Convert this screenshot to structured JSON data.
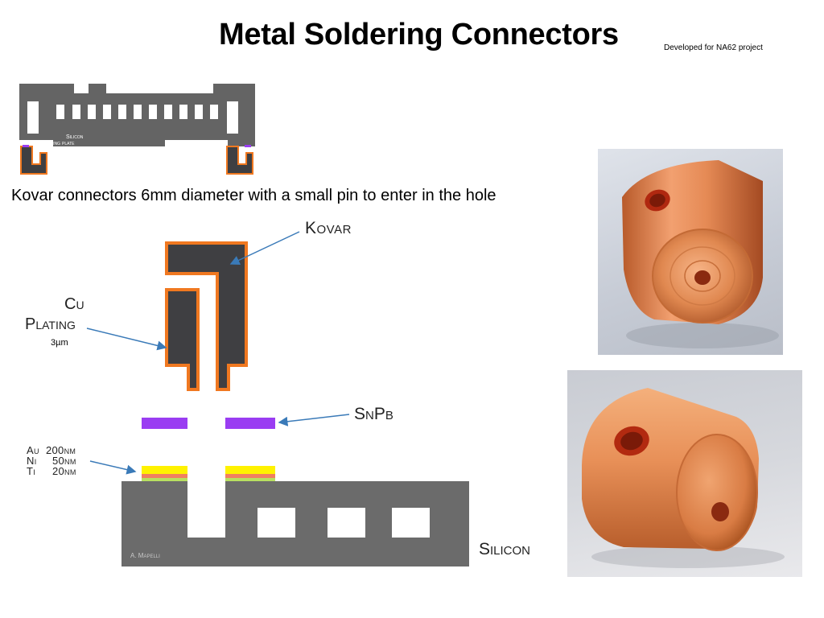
{
  "slide": {
    "title": "Metal Soldering Connectors",
    "subtitle": "Developed for NA62 project",
    "caption": "Kovar connectors 6mm diameter with a small pin to enter in the hole"
  },
  "top_diagram": {
    "label_line1": "Silicon",
    "label_line2": "cooling plate"
  },
  "cross_section": {
    "kovar_label": "Kovar",
    "cu_label": "Cu",
    "plating_label": "Plating",
    "plating_thickness": "3µm",
    "snpb_label": "SnPb",
    "layers": [
      {
        "element": "Au",
        "thickness": "200nm"
      },
      {
        "element": "Ni",
        "thickness": "50nm"
      },
      {
        "element": "Ti",
        "thickness": "20nm"
      }
    ],
    "silicon_label": "Silicon",
    "author": "A. Mapelli",
    "colors": {
      "kovar": "#3f3f42",
      "copper_plating": "#f07820",
      "solder": "#9a3df2",
      "gold": "#fff200",
      "nickel": "#f08060",
      "titanium": "#b8e060",
      "silicon": "#6b6b6b",
      "arrow": "#3a7ab8"
    }
  },
  "photos": [
    {
      "subject": "copper-plated kovar connector, end view with pin hole"
    },
    {
      "subject": "copper-plated kovar connector, side view"
    }
  ]
}
